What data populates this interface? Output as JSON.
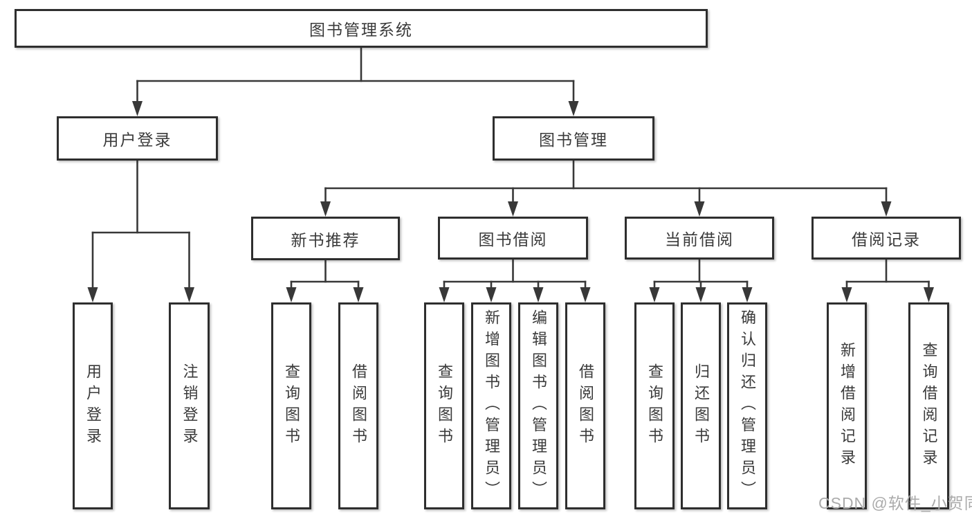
{
  "nodes": {
    "system": {
      "label": "图书管理系统"
    },
    "user_login_group": {
      "label": "用户登录"
    },
    "book_mgmt": {
      "label": "图书管理"
    },
    "new_books": {
      "label": "新书推荐"
    },
    "book_borrow": {
      "label": "图书借阅"
    },
    "current_borrow": {
      "label": "当前借阅"
    },
    "borrow_records": {
      "label": "借阅记录"
    },
    "user_login": {
      "label": "用户登录"
    },
    "logout": {
      "label": "注销登录"
    },
    "nb_query": {
      "label": "查询图书"
    },
    "nb_borrow": {
      "label": "借阅图书"
    },
    "bb_query": {
      "label": "查询图书"
    },
    "bb_add": {
      "label": "新增图书（管理员）"
    },
    "bb_edit": {
      "label": "编辑图书（管理员）"
    },
    "bb_borrow": {
      "label": "借阅图书"
    },
    "cb_query": {
      "label": "查询图书"
    },
    "cb_return": {
      "label": "归还图书"
    },
    "cb_confirm": {
      "label": "确认归还（管理员）"
    },
    "br_add": {
      "label": "新增借阅记录"
    },
    "br_query": {
      "label": "查询借阅记录"
    }
  },
  "watermark": {
    "text": "CSDN @软件_小贺同学"
  },
  "colors": {
    "line": "#383838",
    "border": "#2e2e2e",
    "text": "#3a3a3a",
    "watermark": "#ababab",
    "background": "#ffffff"
  }
}
